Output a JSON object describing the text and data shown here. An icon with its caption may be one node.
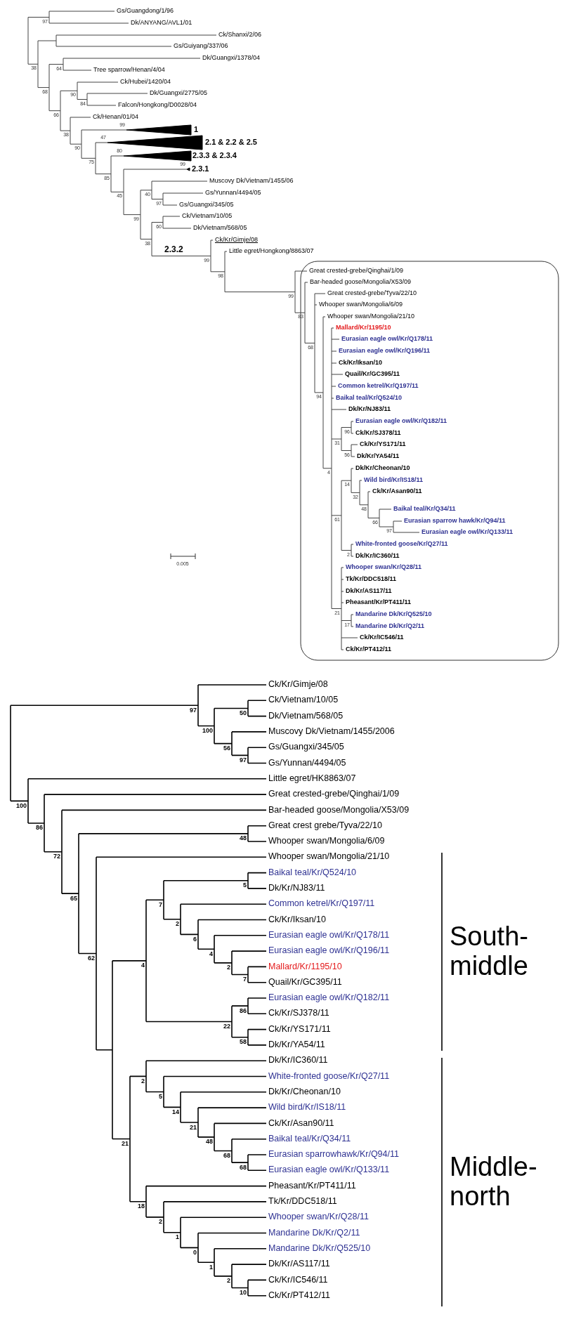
{
  "diagram": {
    "labels": [
      "97",
      "Gs/Guangdong/1/96",
      "Dk/ANYANG/AVL1/01",
      "38",
      "Ck/Shanxi/2/06",
      "Gs/Guiyang/337/06",
      "68",
      "64",
      "Dk/Guangxi/1378/04",
      "Tree sparrow/Henan/4/04",
      "66",
      "90",
      "Ck/Hubei/1420/04",
      "84",
      "Dk/Guangxi/2775/05",
      "Falcon/Hongkong/D0028/04",
      "38",
      "Ck/Henan/01/04",
      "90",
      "99",
      "1",
      "75",
      "47",
      "2.1 & 2.2 & 2.5",
      "85",
      "80",
      "2.3.3 & 2.3.4",
      "45",
      "99",
      "2.3.1",
      "99",
      "40",
      "Muscovy Dk/Vietnam/1455/06",
      "97",
      "Gs/Yunnan/4494/05",
      "Gs/Guangxi/345/05",
      "38",
      "60",
      "Ck/Vietnam/10/05",
      "Dk/Vietnam/568/05",
      "99",
      "2.3.2",
      "Ck/Kr/Gimje/08",
      "98",
      "Little egret/Hongkong/8863/07",
      "99",
      "Great crested-grebe/Qinghai/1/09",
      "83",
      "Bar-headed goose/Mongolia/X53/09",
      "68",
      "Great crested-grebe/Tyva/22/10",
      "Whooper swan/Mongolia/6/09",
      "94",
      "Whooper swan/Mongolia/21/10",
      "4",
      "Mallard/Kr/1195/10",
      "Eurasian eagle owl/Kr/Q178/11",
      "Eurasian eagle owl/Kr/Q196/11",
      "Ck/Kr/Iksan/10",
      "Quail/Kr/GC395/11",
      "Common ketrel/Kr/Q197/11",
      "Baikal teal/Kr/Q524/10",
      "Dk/Kr/NJ83/11",
      "31",
      "96",
      "Eurasian eagle owl/Kr/Q182/11",
      "Ck/Kr/SJ378/11",
      "56",
      "Ck/Kr/YS171/11",
      "Dk/Kr/YA54/11",
      "61",
      "14",
      "Dk/Kr/Cheonan/10",
      "32",
      "Wild bird/Kr/IS18/11",
      "48",
      "Ck/Kr/Asan90/11",
      "66",
      "Baikal teal/Kr/Q34/11",
      "97",
      "Eurasian sparrow hawk/Kr/Q94/11",
      "Eurasian eagle owl/Kr/Q133/11",
      "2",
      "White-fronted goose/Kr/Q27/11",
      "Dk/Kr/IC360/11",
      "21",
      "Whooper swan/Kr/Q28/11",
      "Tk/Kr/DDC518/11",
      "Dk/Kr/AS117/11",
      "Pheasant/Kr/PT411/11",
      "17",
      "Mandarine Dk/Kr/Q525/10",
      "Mandarine Dk/Kr/Q2/11",
      "Ck/Kr/IC546/11",
      "Ck/Kr/PT412/11",
      "0.005",
      "97",
      "Ck/Kr/Gimje/08",
      "100",
      "50",
      "Ck/Vietnam/10/05",
      "Dk/Vietnam/568/05",
      "56",
      "Muscovy Dk/Vietnam/1455/2006",
      "97",
      "Gs/Guangxi/345/05",
      "Gs/Yunnan/4494/05",
      "100",
      "Little egret/HK8863/07",
      "86",
      "Great crested-grebe/Qinghai/1/09",
      "72",
      "Bar-headed goose/Mongolia/X53/09",
      "65",
      "48",
      "Great crest grebe/Tyva/22/10",
      "Whooper swan/Mongolia/6/09",
      "62",
      "Whooper swan/Mongolia/21/10",
      "4",
      "7",
      "5",
      "Baikal teal/Kr/Q524/10",
      "Dk/Kr/NJ83/11",
      "2",
      "Common ketrel/Kr/Q197/11",
      "6",
      "Ck/Kr/Iksan/10",
      "4",
      "Eurasian eagle owl/Kr/Q178/11",
      "2",
      "Eurasian eagle owl/Kr/Q196/11",
      "7",
      "Mallard/Kr/1195/10",
      "Quail/Kr/GC395/11",
      "22",
      "86",
      "Eurasian eagle owl/Kr/Q182/11",
      "Ck/Kr/SJ378/11",
      "58",
      "Ck/Kr/YS171/11",
      "Dk/Kr/YA54/11",
      "21",
      "2",
      "Dk/Kr/IC360/11",
      "5",
      "White-fronted goose/Kr/Q27/11",
      "14",
      "Dk/Kr/Cheonan/10",
      "21",
      "Wild bird/Kr/IS18/11",
      "48",
      "Ck/Kr/Asan90/11",
      "68",
      "Baikal teal/Kr/Q34/11",
      "68",
      "Eurasian sparrowhawk/Kr/Q94/11",
      "Eurasian eagle owl/Kr/Q133/11",
      "18",
      "Pheasant/Kr/PT411/11",
      "2",
      "Tk/Kr/DDC518/11",
      "1",
      "Whooper swan/Kr/Q28/11",
      "0",
      "Mandarine Dk/Kr/Q2/11",
      "1",
      "Mandarine Dk/Kr/Q525/10",
      "2",
      "Dk/Kr/AS117/11",
      "10",
      "Ck/Kr/IC546/11",
      "Ck/Kr/PT412/11",
      "South-middle",
      "Middle-north"
    ]
  }
}
